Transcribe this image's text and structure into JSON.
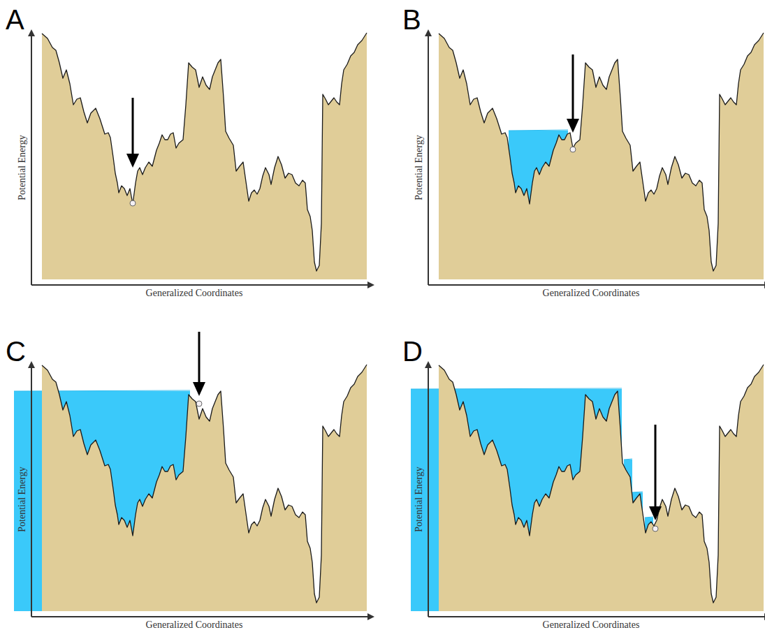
{
  "diagram": {
    "labels": [
      "A",
      "Potential Energy",
      "Generalized Coordinates",
      "B",
      "Potential Energy",
      "Generalized Coordinates",
      "C",
      "Potential Energy",
      "Generalized Coordinates",
      "D",
      "Potential Energy",
      "Generalized Coordinates"
    ]
  }
}
